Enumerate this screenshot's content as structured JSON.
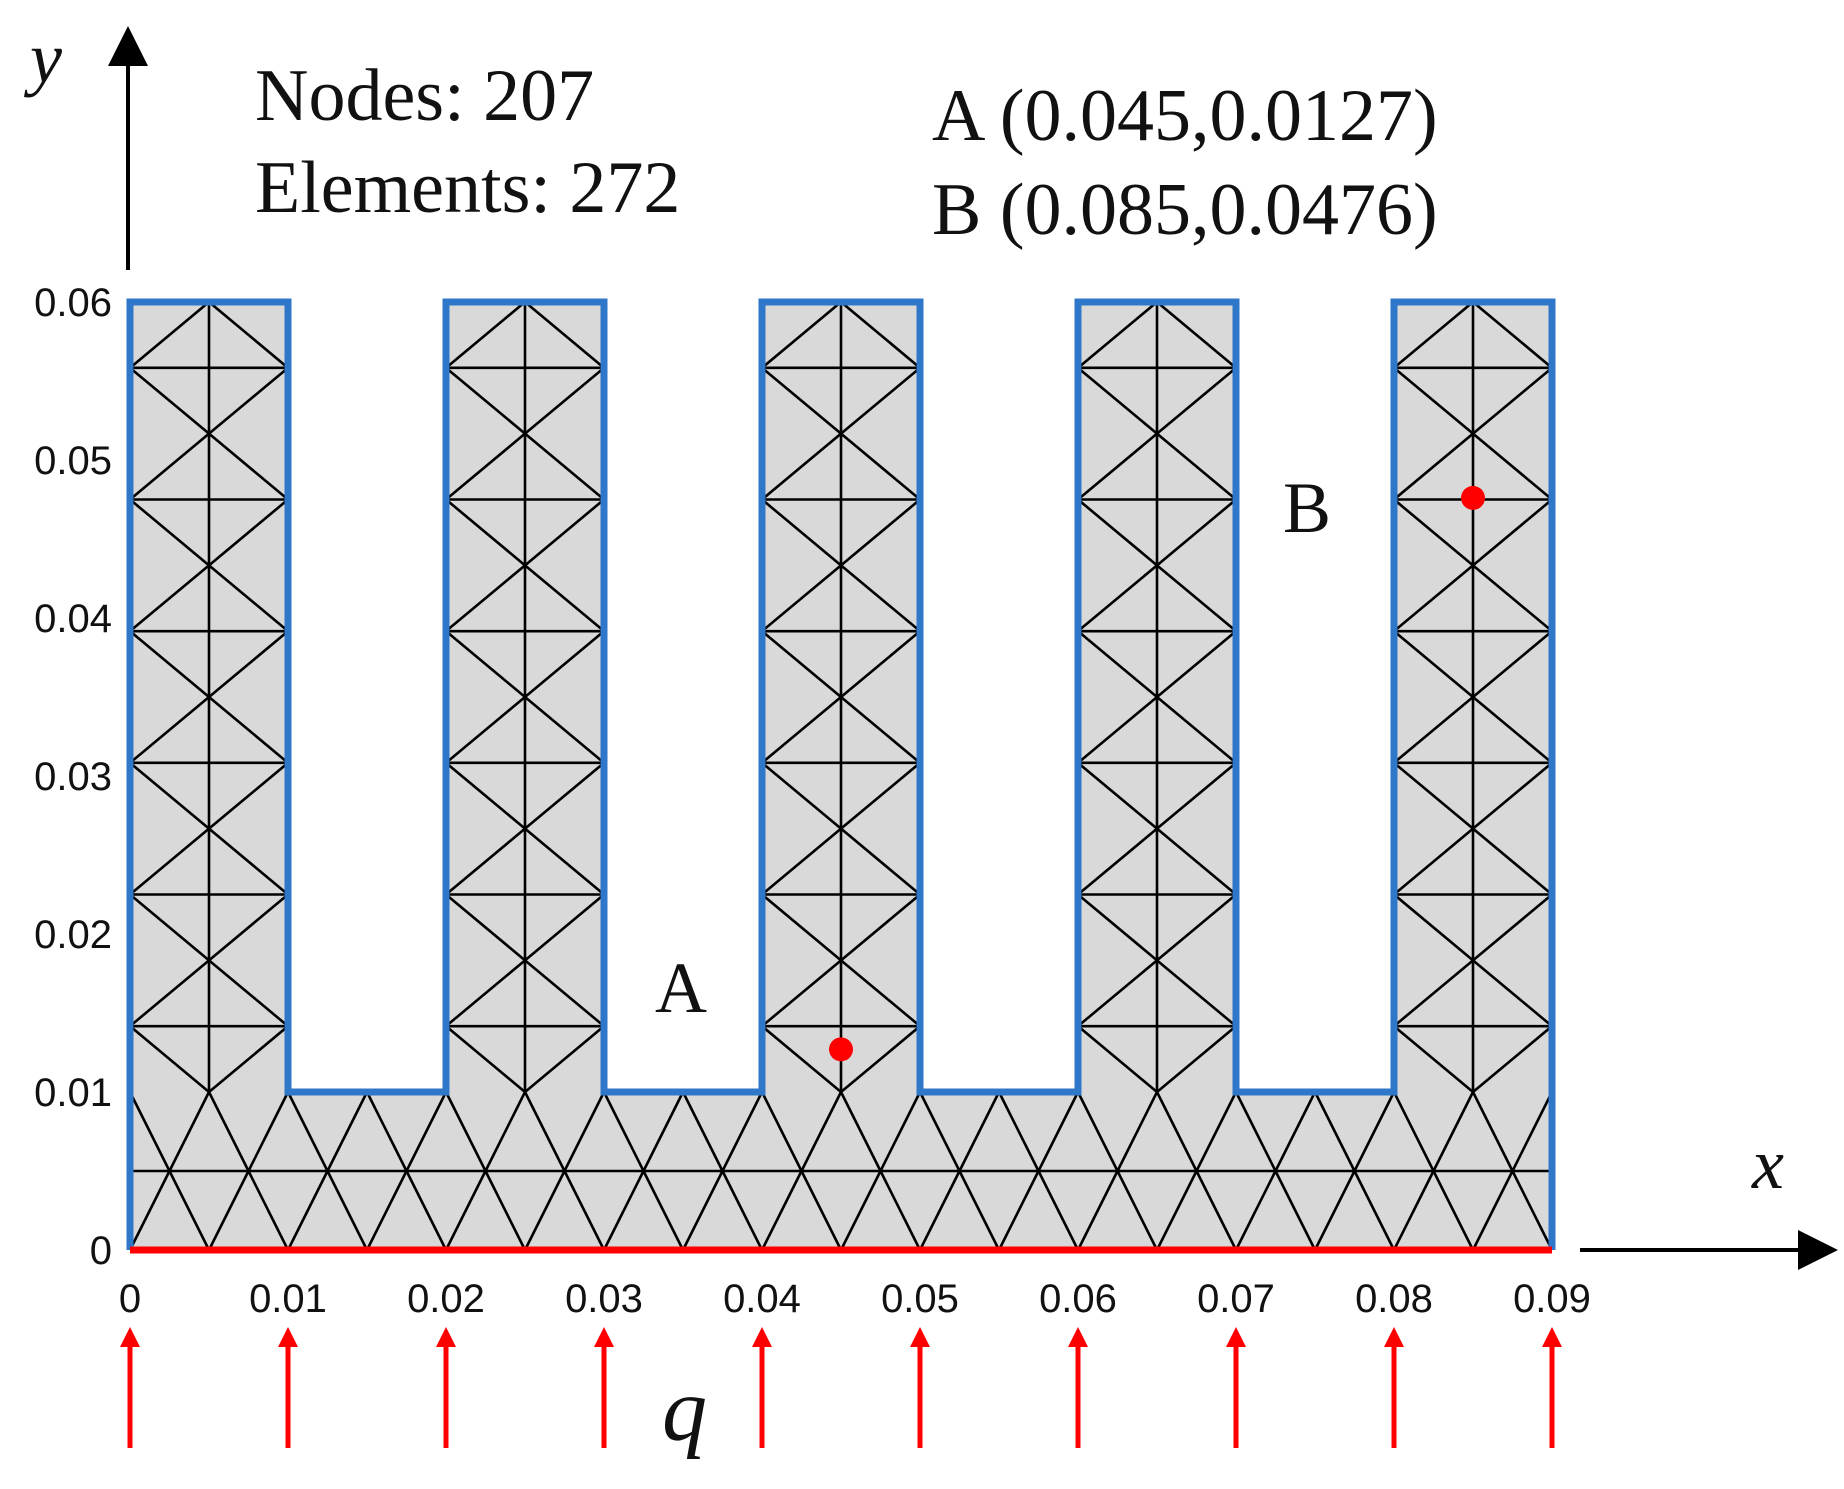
{
  "info": {
    "nodes_text": "Nodes: 207",
    "elements_text": "Elements: 272",
    "point_a_text": "A (0.045,0.0127)",
    "point_b_text": "B (0.085,0.0476)"
  },
  "axes": {
    "x_name": "x",
    "y_name": "y",
    "x_ticks": [
      "0",
      "0.01",
      "0.02",
      "0.03",
      "0.04",
      "0.05",
      "0.06",
      "0.07",
      "0.08",
      "0.09"
    ],
    "y_ticks": [
      "0",
      "0.01",
      "0.02",
      "0.03",
      "0.04",
      "0.05",
      "0.06"
    ]
  },
  "points": [
    {
      "label": "A",
      "x": 0.045,
      "y": 0.0127
    },
    {
      "label": "B",
      "x": 0.085,
      "y": 0.0476
    }
  ],
  "load": {
    "label": "q",
    "arrow_positions": [
      0,
      0.01,
      0.02,
      0.03,
      0.04,
      0.05,
      0.06,
      0.07,
      0.08,
      0.09
    ]
  },
  "geometry": {
    "base_height": 0.01,
    "height": 0.06,
    "fins": [
      [
        0,
        0.01
      ],
      [
        0.02,
        0.03
      ],
      [
        0.04,
        0.05
      ],
      [
        0.06,
        0.07
      ],
      [
        0.08,
        0.09
      ]
    ]
  },
  "colors": {
    "domain_fill": "#d9d9d9",
    "mesh_line": "#000000",
    "boundary": "#2f77c8",
    "heated_edge": "#ff0000",
    "marker": "#ff0000"
  }
}
